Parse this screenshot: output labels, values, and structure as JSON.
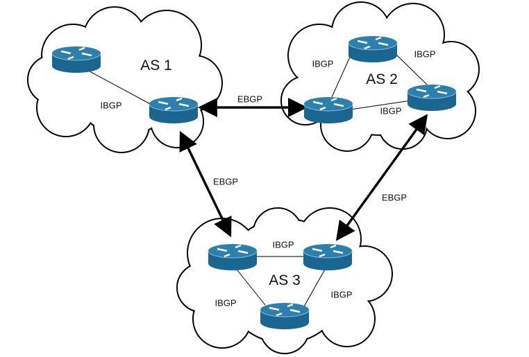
{
  "autonomous_systems": [
    {
      "id": "as1",
      "label": "AS 1",
      "ibgp_labels": [
        "IBGP"
      ]
    },
    {
      "id": "as2",
      "label": "AS 2",
      "ibgp_labels": [
        "IBGP",
        "IBGP",
        "IBGP"
      ]
    },
    {
      "id": "as3",
      "label": "AS 3",
      "ibgp_labels": [
        "IBGP",
        "IBGP",
        "IBGP"
      ]
    }
  ],
  "ebgp_links": [
    {
      "from": "AS 1",
      "to": "AS 2",
      "label": "EBGP"
    },
    {
      "from": "AS 1",
      "to": "AS 3",
      "label": "EBGP"
    },
    {
      "from": "AS 2",
      "to": "AS 3",
      "label": "EBGP"
    }
  ],
  "colors": {
    "router_body": "#1a6690",
    "router_top": "#2d7fae",
    "router_arrows": "#ffffff",
    "line": "#000000"
  }
}
